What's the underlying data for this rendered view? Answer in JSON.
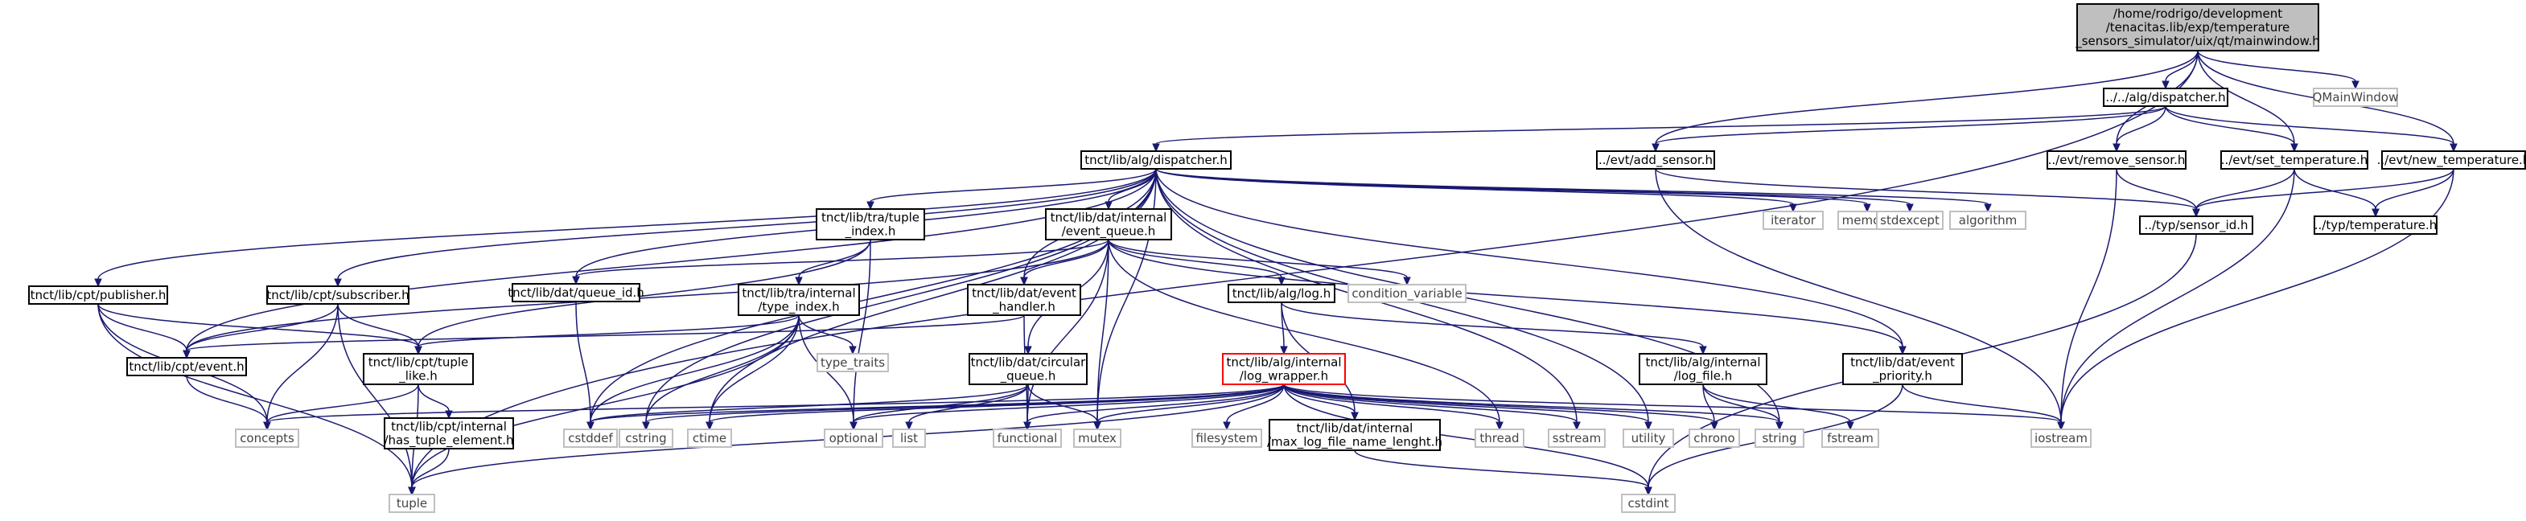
{
  "colors": {
    "edge": "#191970",
    "node_border": "#000000",
    "sys_border": "#bfbfbf",
    "root_fill": "#bfbfbf",
    "highlight_border": "#ff0000",
    "background": "#ffffff"
  },
  "nodes": [
    {
      "id": "root",
      "kind": "root",
      "lines": [
        "/home/rodrigo/development",
        "/tenacitas.lib/exp/temperature",
        "_sensors_simulator/uix/qt/mainwindow.h"
      ]
    },
    {
      "id": "alg_dispatcher_rel",
      "kind": "file",
      "lines": [
        "../../alg/dispatcher.h"
      ]
    },
    {
      "id": "qmainwindow",
      "kind": "sys",
      "lines": [
        "QMainWindow"
      ]
    },
    {
      "id": "tnct_alg_dispatcher",
      "kind": "file",
      "lines": [
        "tnct/lib/alg/dispatcher.h"
      ]
    },
    {
      "id": "evt_add_sensor",
      "kind": "file",
      "lines": [
        "../evt/add_sensor.h"
      ]
    },
    {
      "id": "evt_remove_sensor",
      "kind": "file",
      "lines": [
        "../evt/remove_sensor.h"
      ]
    },
    {
      "id": "evt_set_temperature",
      "kind": "file",
      "lines": [
        "../evt/set_temperature.h"
      ]
    },
    {
      "id": "evt_new_temperature",
      "kind": "file",
      "lines": [
        "../evt/new_temperature.h"
      ]
    },
    {
      "id": "tra_tuple_index",
      "kind": "file",
      "lines": [
        "tnct/lib/tra/tuple",
        "_index.h"
      ]
    },
    {
      "id": "dat_internal_event_queue",
      "kind": "file",
      "lines": [
        "tnct/lib/dat/internal",
        "/event_queue.h"
      ]
    },
    {
      "id": "iterator",
      "kind": "sys",
      "lines": [
        "iterator"
      ]
    },
    {
      "id": "memory",
      "kind": "sys",
      "lines": [
        "memory"
      ]
    },
    {
      "id": "stdexcept",
      "kind": "sys",
      "lines": [
        "stdexcept"
      ]
    },
    {
      "id": "algorithm",
      "kind": "sys",
      "lines": [
        "algorithm"
      ]
    },
    {
      "id": "typ_sensor_id",
      "kind": "file",
      "lines": [
        "../typ/sensor_id.h"
      ]
    },
    {
      "id": "typ_temperature",
      "kind": "file",
      "lines": [
        "../typ/temperature.h"
      ]
    },
    {
      "id": "cpt_publisher",
      "kind": "file",
      "lines": [
        "tnct/lib/cpt/publisher.h"
      ]
    },
    {
      "id": "cpt_subscriber",
      "kind": "file",
      "lines": [
        "tnct/lib/cpt/subscriber.h"
      ]
    },
    {
      "id": "dat_queue_id",
      "kind": "file",
      "lines": [
        "tnct/lib/dat/queue_id.h"
      ]
    },
    {
      "id": "tra_internal_type_index",
      "kind": "file",
      "lines": [
        "tnct/lib/tra/internal",
        "/type_index.h"
      ]
    },
    {
      "id": "dat_event_handler",
      "kind": "file",
      "lines": [
        "tnct/lib/dat/event",
        "_handler.h"
      ]
    },
    {
      "id": "alg_log",
      "kind": "file",
      "lines": [
        "tnct/lib/alg/log.h"
      ]
    },
    {
      "id": "condition_variable",
      "kind": "sys",
      "lines": [
        "condition_variable"
      ]
    },
    {
      "id": "cpt_event",
      "kind": "file",
      "lines": [
        "tnct/lib/cpt/event.h"
      ]
    },
    {
      "id": "cpt_tuple_like",
      "kind": "file",
      "lines": [
        "tnct/lib/cpt/tuple",
        "_like.h"
      ]
    },
    {
      "id": "type_traits",
      "kind": "sys",
      "lines": [
        "type_traits"
      ]
    },
    {
      "id": "dat_circular_queue",
      "kind": "file",
      "lines": [
        "tnct/lib/dat/circular",
        "_queue.h"
      ]
    },
    {
      "id": "alg_internal_log_wrapper",
      "kind": "highlight",
      "lines": [
        "tnct/lib/alg/internal",
        "/log_wrapper.h"
      ]
    },
    {
      "id": "alg_internal_log_file",
      "kind": "file",
      "lines": [
        "tnct/lib/alg/internal",
        "/log_file.h"
      ]
    },
    {
      "id": "dat_event_priority",
      "kind": "file",
      "lines": [
        "tnct/lib/dat/event",
        "_priority.h"
      ]
    },
    {
      "id": "cpt_internal_has_tuple_element",
      "kind": "file",
      "lines": [
        "tnct/lib/cpt/internal",
        "/has_tuple_element.h"
      ]
    },
    {
      "id": "dat_internal_max_log",
      "kind": "file",
      "lines": [
        "tnct/lib/dat/internal",
        "/max_log_file_name_lenght.h"
      ]
    },
    {
      "id": "concepts",
      "kind": "sys",
      "lines": [
        "concepts"
      ]
    },
    {
      "id": "cstddef",
      "kind": "sys",
      "lines": [
        "cstddef"
      ]
    },
    {
      "id": "cstring",
      "kind": "sys",
      "lines": [
        "cstring"
      ]
    },
    {
      "id": "ctime",
      "kind": "sys",
      "lines": [
        "ctime"
      ]
    },
    {
      "id": "optional",
      "kind": "sys",
      "lines": [
        "optional"
      ]
    },
    {
      "id": "list",
      "kind": "sys",
      "lines": [
        "list"
      ]
    },
    {
      "id": "functional",
      "kind": "sys",
      "lines": [
        "functional"
      ]
    },
    {
      "id": "mutex",
      "kind": "sys",
      "lines": [
        "mutex"
      ]
    },
    {
      "id": "filesystem",
      "kind": "sys",
      "lines": [
        "filesystem"
      ]
    },
    {
      "id": "thread",
      "kind": "sys",
      "lines": [
        "thread"
      ]
    },
    {
      "id": "sstream",
      "kind": "sys",
      "lines": [
        "sstream"
      ]
    },
    {
      "id": "utility",
      "kind": "sys",
      "lines": [
        "utility"
      ]
    },
    {
      "id": "chrono",
      "kind": "sys",
      "lines": [
        "chrono"
      ]
    },
    {
      "id": "string",
      "kind": "sys",
      "lines": [
        "string"
      ]
    },
    {
      "id": "fstream",
      "kind": "sys",
      "lines": [
        "fstream"
      ]
    },
    {
      "id": "iostream",
      "kind": "sys",
      "lines": [
        "iostream"
      ]
    },
    {
      "id": "tuple",
      "kind": "sys",
      "lines": [
        "tuple"
      ]
    },
    {
      "id": "cstdint",
      "kind": "sys",
      "lines": [
        "cstdint"
      ]
    }
  ],
  "edges": [
    [
      "root",
      "tuple"
    ],
    [
      "root",
      "alg_dispatcher_rel"
    ],
    [
      "root",
      "qmainwindow"
    ],
    [
      "root",
      "evt_add_sensor"
    ],
    [
      "root",
      "evt_remove_sensor"
    ],
    [
      "root",
      "evt_set_temperature"
    ],
    [
      "root",
      "evt_new_temperature"
    ],
    [
      "alg_dispatcher_rel",
      "tnct_alg_dispatcher"
    ],
    [
      "alg_dispatcher_rel",
      "evt_add_sensor"
    ],
    [
      "alg_dispatcher_rel",
      "evt_remove_sensor"
    ],
    [
      "alg_dispatcher_rel",
      "evt_set_temperature"
    ],
    [
      "alg_dispatcher_rel",
      "evt_new_temperature"
    ],
    [
      "evt_add_sensor",
      "typ_sensor_id"
    ],
    [
      "evt_add_sensor",
      "iostream"
    ],
    [
      "evt_remove_sensor",
      "typ_sensor_id"
    ],
    [
      "evt_remove_sensor",
      "iostream"
    ],
    [
      "evt_set_temperature",
      "typ_sensor_id"
    ],
    [
      "evt_set_temperature",
      "typ_temperature"
    ],
    [
      "evt_set_temperature",
      "iostream"
    ],
    [
      "evt_new_temperature",
      "typ_sensor_id"
    ],
    [
      "evt_new_temperature",
      "typ_temperature"
    ],
    [
      "evt_new_temperature",
      "iostream"
    ],
    [
      "typ_sensor_id",
      "cstdint"
    ],
    [
      "tnct_alg_dispatcher",
      "cpt_publisher"
    ],
    [
      "tnct_alg_dispatcher",
      "cpt_subscriber"
    ],
    [
      "tnct_alg_dispatcher",
      "cpt_event"
    ],
    [
      "tnct_alg_dispatcher",
      "dat_queue_id"
    ],
    [
      "tnct_alg_dispatcher",
      "tra_tuple_index"
    ],
    [
      "tnct_alg_dispatcher",
      "dat_internal_event_queue"
    ],
    [
      "tnct_alg_dispatcher",
      "dat_event_handler"
    ],
    [
      "tnct_alg_dispatcher",
      "dat_event_priority"
    ],
    [
      "tnct_alg_dispatcher",
      "cstddef"
    ],
    [
      "tnct_alg_dispatcher",
      "cstring"
    ],
    [
      "tnct_alg_dispatcher",
      "ctime"
    ],
    [
      "tnct_alg_dispatcher",
      "mutex"
    ],
    [
      "tnct_alg_dispatcher",
      "sstream"
    ],
    [
      "tnct_alg_dispatcher",
      "utility"
    ],
    [
      "tnct_alg_dispatcher",
      "string"
    ],
    [
      "tnct_alg_dispatcher",
      "iterator"
    ],
    [
      "tnct_alg_dispatcher",
      "memory"
    ],
    [
      "tnct_alg_dispatcher",
      "stdexcept"
    ],
    [
      "tnct_alg_dispatcher",
      "algorithm"
    ],
    [
      "cpt_publisher",
      "cpt_event"
    ],
    [
      "cpt_publisher",
      "cpt_tuple_like"
    ],
    [
      "cpt_publisher",
      "concepts"
    ],
    [
      "cpt_publisher",
      "tuple"
    ],
    [
      "cpt_subscriber",
      "cpt_event"
    ],
    [
      "cpt_subscriber",
      "cpt_tuple_like"
    ],
    [
      "cpt_subscriber",
      "concepts"
    ],
    [
      "cpt_subscriber",
      "tuple"
    ],
    [
      "cpt_event",
      "concepts"
    ],
    [
      "cpt_tuple_like",
      "concepts"
    ],
    [
      "cpt_tuple_like",
      "cpt_internal_has_tuple_element"
    ],
    [
      "cpt_tuple_like",
      "tuple"
    ],
    [
      "cpt_internal_has_tuple_element",
      "tuple"
    ],
    [
      "dat_queue_id",
      "cstddef"
    ],
    [
      "tra_tuple_index",
      "tra_internal_type_index"
    ],
    [
      "tra_tuple_index",
      "cpt_tuple_like"
    ],
    [
      "tra_tuple_index",
      "optional"
    ],
    [
      "tra_internal_type_index",
      "cpt_tuple_like"
    ],
    [
      "tra_internal_type_index",
      "type_traits"
    ],
    [
      "tra_internal_type_index",
      "cstddef"
    ],
    [
      "tra_internal_type_index",
      "cstring"
    ],
    [
      "tra_internal_type_index",
      "ctime"
    ],
    [
      "tra_internal_type_index",
      "optional"
    ],
    [
      "tra_internal_type_index",
      "tuple"
    ],
    [
      "dat_internal_event_queue",
      "cpt_event"
    ],
    [
      "dat_internal_event_queue",
      "dat_queue_id"
    ],
    [
      "dat_internal_event_queue",
      "dat_event_handler"
    ],
    [
      "dat_internal_event_queue",
      "dat_circular_queue"
    ],
    [
      "dat_internal_event_queue",
      "alg_log"
    ],
    [
      "dat_internal_event_queue",
      "condition_variable"
    ],
    [
      "dat_internal_event_queue",
      "dat_event_priority"
    ],
    [
      "dat_internal_event_queue",
      "mutex"
    ],
    [
      "dat_internal_event_queue",
      "thread"
    ],
    [
      "dat_internal_event_queue",
      "functional"
    ],
    [
      "dat_event_handler",
      "cpt_event"
    ],
    [
      "dat_event_handler",
      "functional"
    ],
    [
      "alg_log",
      "alg_internal_log_wrapper"
    ],
    [
      "alg_log",
      "alg_internal_log_file"
    ],
    [
      "alg_log",
      "dat_internal_max_log"
    ],
    [
      "dat_circular_queue",
      "cstddef"
    ],
    [
      "dat_circular_queue",
      "optional"
    ],
    [
      "dat_circular_queue",
      "list"
    ],
    [
      "dat_circular_queue",
      "functional"
    ],
    [
      "dat_circular_queue",
      "mutex"
    ],
    [
      "alg_internal_log_wrapper",
      "concepts"
    ],
    [
      "alg_internal_log_wrapper",
      "cstddef"
    ],
    [
      "alg_internal_log_wrapper",
      "cstring"
    ],
    [
      "alg_internal_log_wrapper",
      "ctime"
    ],
    [
      "alg_internal_log_wrapper",
      "optional"
    ],
    [
      "alg_internal_log_wrapper",
      "functional"
    ],
    [
      "alg_internal_log_wrapper",
      "mutex"
    ],
    [
      "alg_internal_log_wrapper",
      "filesystem"
    ],
    [
      "alg_internal_log_wrapper",
      "dat_internal_max_log"
    ],
    [
      "alg_internal_log_wrapper",
      "thread"
    ],
    [
      "alg_internal_log_wrapper",
      "sstream"
    ],
    [
      "alg_internal_log_wrapper",
      "utility"
    ],
    [
      "alg_internal_log_wrapper",
      "chrono"
    ],
    [
      "alg_internal_log_wrapper",
      "string"
    ],
    [
      "alg_internal_log_wrapper",
      "iostream"
    ],
    [
      "alg_internal_log_wrapper",
      "tuple"
    ],
    [
      "alg_internal_log_wrapper",
      "cstdint"
    ],
    [
      "alg_internal_log_file",
      "chrono"
    ],
    [
      "alg_internal_log_file",
      "string"
    ],
    [
      "alg_internal_log_file",
      "fstream"
    ],
    [
      "dat_internal_max_log",
      "cstdint"
    ],
    [
      "dat_event_priority",
      "iostream"
    ],
    [
      "dat_event_priority",
      "cstdint"
    ]
  ]
}
